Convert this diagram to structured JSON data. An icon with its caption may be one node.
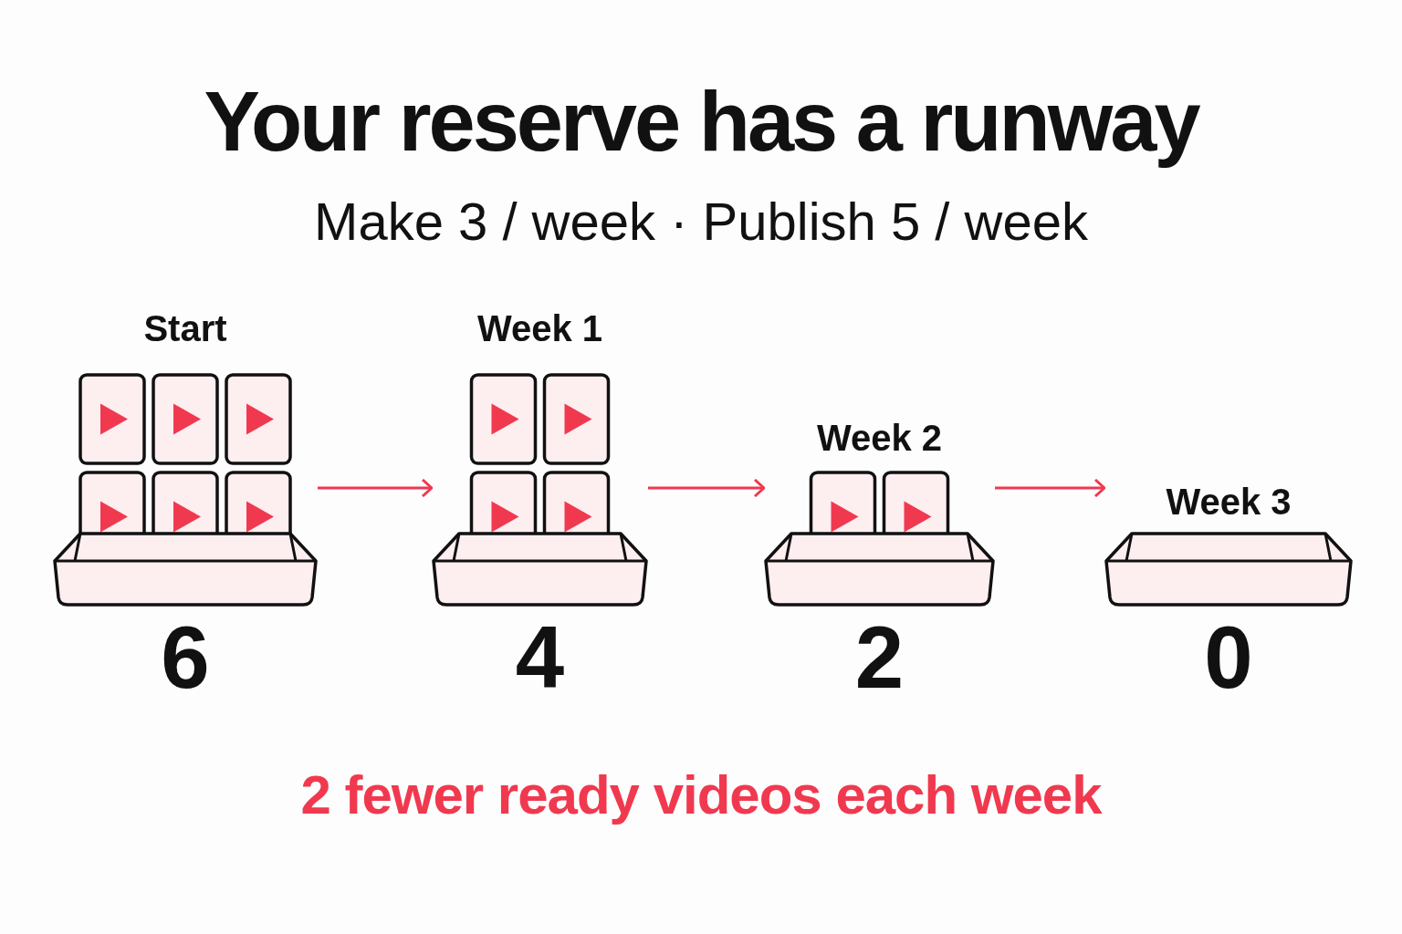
{
  "diagram": {
    "title": "Your reserve has a runway",
    "nodes": [
      {
        "text": [
          "Start"
        ],
        "beside": [
          "6"
        ]
      },
      {
        "text": [
          "Week 1"
        ],
        "beside": [
          "4"
        ]
      },
      {
        "text": [
          "Week 2"
        ],
        "beside": [
          "2"
        ]
      },
      {
        "text": [
          "Week 3"
        ],
        "beside": [
          "0"
        ]
      }
    ],
    "edges": [
      {
        "from": 0,
        "to": 1,
        "arrow": "to"
      },
      {
        "from": 1,
        "to": 2,
        "arrow": "to"
      },
      {
        "from": 2,
        "to": 3,
        "arrow": "to"
      }
    ],
    "labels": [
      "Make 3 / week · Publish 5 / week",
      "2 fewer ready videos each week"
    ]
  }
}
